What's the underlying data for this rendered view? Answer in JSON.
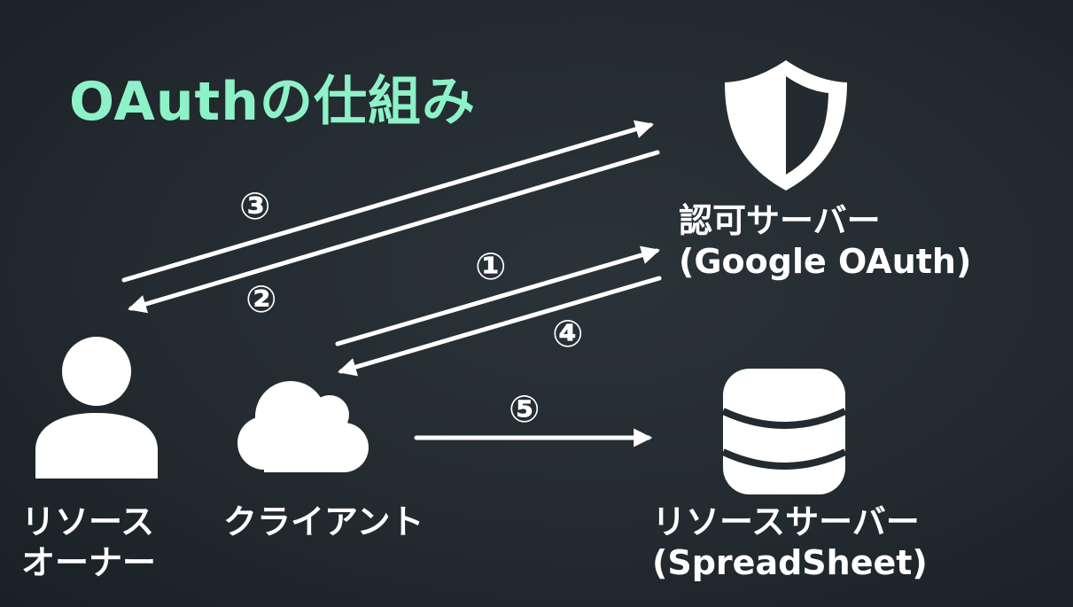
{
  "title": "OAuthの仕組み",
  "colors": {
    "title": "#8ef2c8",
    "text": "#ffffff",
    "background": "#232b30"
  },
  "nodes": {
    "resource_owner": {
      "line1": "リソース",
      "line2": "オーナー",
      "icon": "person-icon"
    },
    "client": {
      "line1": "クライアント",
      "icon": "cloud-icon"
    },
    "auth_server": {
      "line1": "認可サーバー",
      "line2": "(Google OAuth)",
      "icon": "shield-icon"
    },
    "resource_server": {
      "line1": "リソースサーバー",
      "line2": "(SpreadSheet)",
      "icon": "database-icon"
    }
  },
  "steps": [
    {
      "number": "①",
      "from": "client",
      "to": "auth_server"
    },
    {
      "number": "②",
      "from": "auth_server",
      "to": "resource_owner"
    },
    {
      "number": "③",
      "from": "resource_owner",
      "to": "auth_server"
    },
    {
      "number": "④",
      "from": "auth_server",
      "to": "client"
    },
    {
      "number": "⑤",
      "from": "client",
      "to": "resource_server"
    }
  ]
}
